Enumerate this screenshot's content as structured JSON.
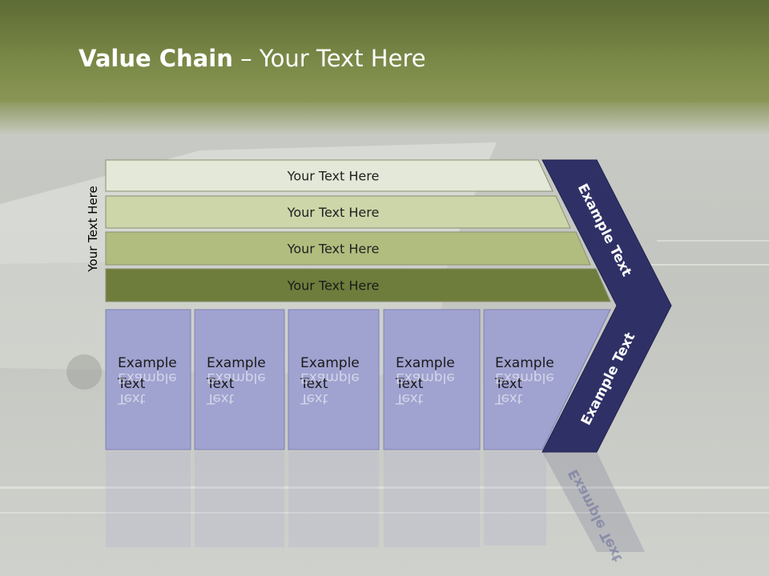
{
  "title": {
    "bold": "Value Chain",
    "rest": " – Your Text Here"
  },
  "side_label": "Your Text Here",
  "bands": [
    {
      "label": "Your Text Here",
      "color": "#e4e8d8"
    },
    {
      "label": "Your Text Here",
      "color": "#ccd6a9"
    },
    {
      "label": "Your Text Here",
      "color": "#b1bd7f"
    },
    {
      "label": "Your Text Here",
      "color": "#6e7d3c"
    }
  ],
  "boxes": [
    {
      "line1": "Example",
      "line2": "Text"
    },
    {
      "line1": "Example",
      "line2": "Text"
    },
    {
      "line1": "Example",
      "line2": "Text"
    },
    {
      "line1": "Example",
      "line2": "Text"
    },
    {
      "line1": "Example",
      "line2": "Text"
    }
  ],
  "chevron": {
    "upper": "Example Text",
    "lower": "Example Text"
  },
  "colors": {
    "header": "#6f7e3e",
    "box_fill": "#a0a2d0",
    "chevron_fill": "#2f3166"
  }
}
